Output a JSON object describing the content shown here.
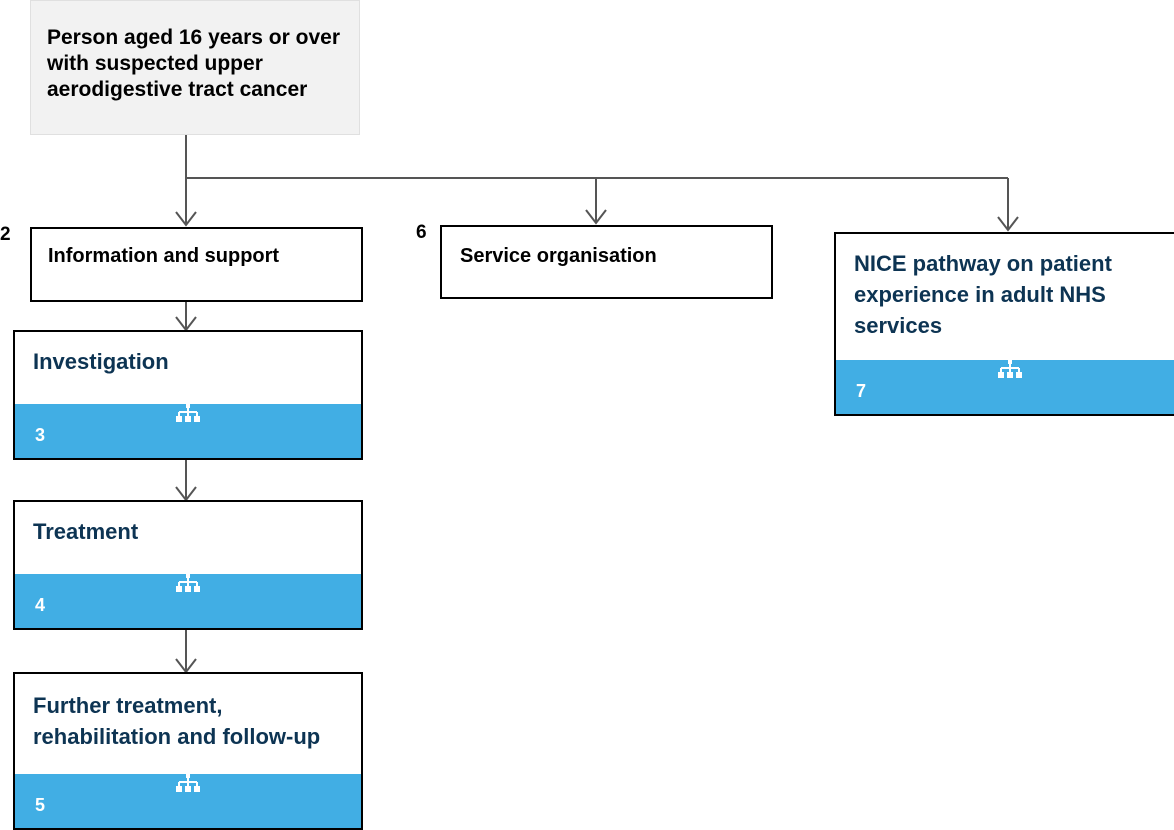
{
  "start": {
    "text": "Person aged 16 years or over with suspected upper aerodigestive tract cancer"
  },
  "boxes": {
    "info": {
      "number": "2",
      "label": "Information and support"
    },
    "service": {
      "number": "6",
      "label": "Service organisation"
    },
    "investigation": {
      "title": "Investigation",
      "number": "3"
    },
    "treatment": {
      "title": "Treatment",
      "number": "4"
    },
    "further": {
      "title": "Further treatment, rehabilitation and follow-up",
      "number": "5"
    },
    "nice": {
      "title": "NICE pathway on patient experience in adult NHS services",
      "number": "7"
    }
  },
  "icons": {
    "pathway": "sitemap-icon"
  },
  "colors": {
    "accent": "#41aee4",
    "title_text": "#0d3453",
    "connector": "#555555"
  }
}
